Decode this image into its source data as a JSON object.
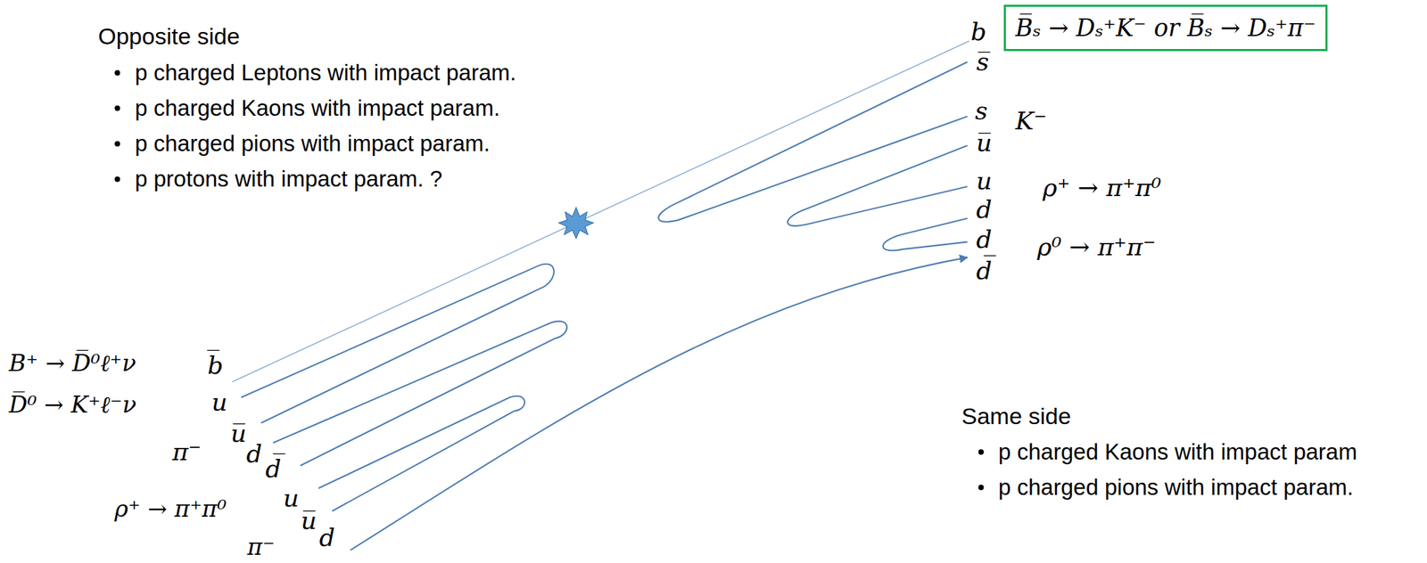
{
  "diagram": {
    "nodes": [
      {
        "text": [
          "B̅ₛ → Dₛ⁺K⁻ or B̅ₛ → Dₛ⁺π⁻"
        ]
      }
    ],
    "labels": [
      "Opposite side",
      "p charged Leptons with impact param.",
      "p charged Kaons with impact param.",
      "p charged pions with impact param.",
      "p protons with impact param. ?",
      "b",
      "s̅",
      "s",
      "u̅",
      "K⁻",
      "u",
      "ρ⁺ → π⁺π⁰",
      "d",
      "d",
      "ρ⁰ → π⁺π⁻",
      "d̅",
      "B⁺ → D̅⁰ℓ⁺ν",
      "b̅",
      "D̅⁰ → K⁺ℓ⁻ν",
      "u",
      "π⁻",
      "u̅",
      "d",
      "d̅",
      "ρ⁺ → π⁺π⁰",
      "u",
      "u̅",
      "π⁻",
      "d",
      "Same side",
      "p charged Kaons with impact param",
      "p charged pions with impact param."
    ]
  }
}
